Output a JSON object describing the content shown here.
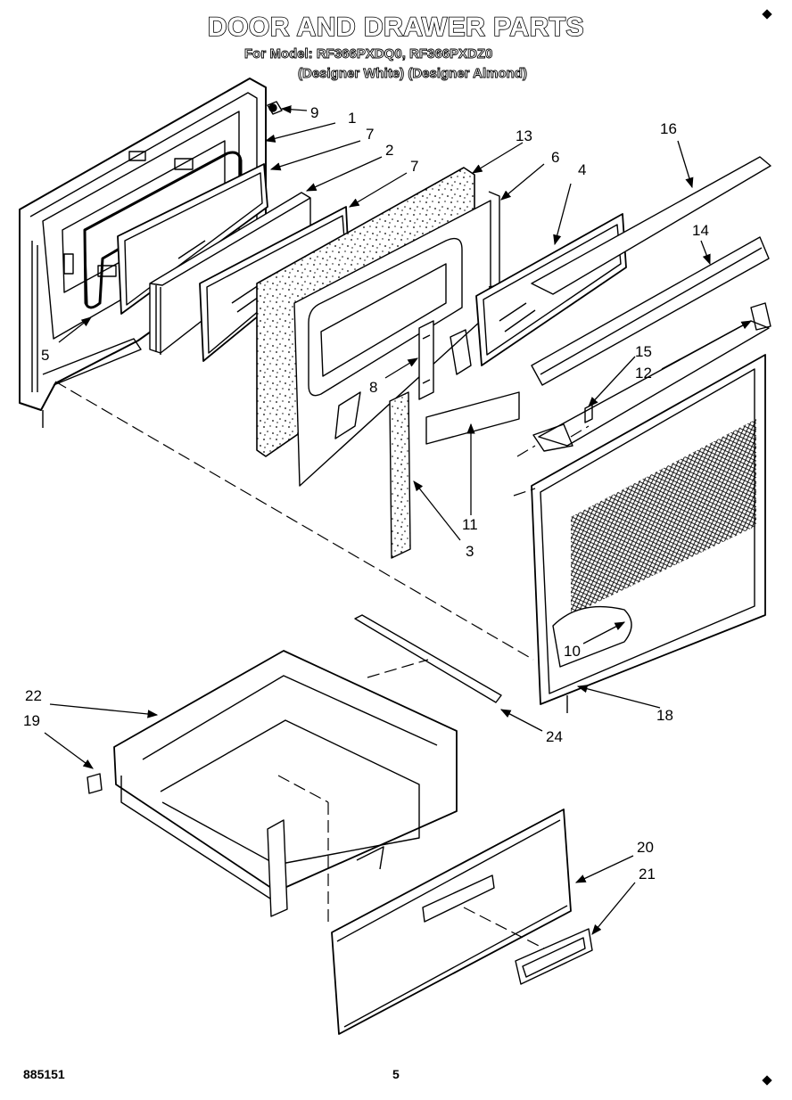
{
  "header": {
    "title": "DOOR AND DRAWER PARTS",
    "model_line": "For Model: RF366PXDQ0, RF366PXDZ0",
    "variant_line": "(Designer White)  (Designer Almond)"
  },
  "footer": {
    "doc_number": "885151",
    "page_number": "5"
  },
  "callouts": {
    "c1": "1",
    "c2": "2",
    "c3": "3",
    "c4": "4",
    "c5": "5",
    "c6": "6",
    "c7a": "7",
    "c7b": "7",
    "c8": "8",
    "c9": "9",
    "c10": "10",
    "c11": "11",
    "c12": "12",
    "c13": "13",
    "c14": "14",
    "c15": "15",
    "c16": "16",
    "c18": "18",
    "c19": "19",
    "c20": "20",
    "c21": "21",
    "c22": "22",
    "c24": "24"
  }
}
